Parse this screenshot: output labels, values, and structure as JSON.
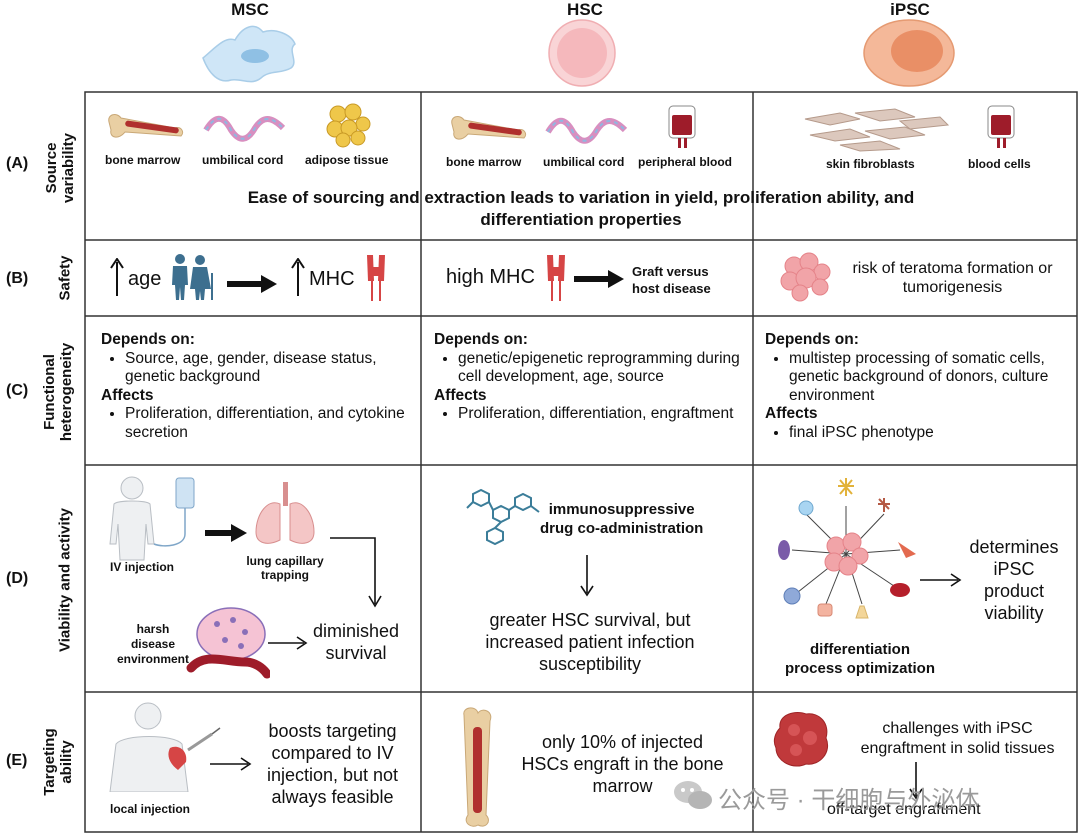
{
  "columns": [
    "MSC",
    "HSC",
    "iPSC"
  ],
  "rows": [
    {
      "letter": "(A)",
      "label_line1": "Source",
      "label_line2": "variability"
    },
    {
      "letter": "(B)",
      "label_line1": "Safety",
      "label_line2": ""
    },
    {
      "letter": "(C)",
      "label_line1": "Functional",
      "label_line2": "heterogeneity"
    },
    {
      "letter": "(D)",
      "label_line1": "Viability and activity",
      "label_line2": ""
    },
    {
      "letter": "(E)",
      "label_line1": "Targeting",
      "label_line2": "ability"
    }
  ],
  "source": {
    "msc": [
      "bone marrow",
      "umbilical cord",
      "adipose tissue"
    ],
    "hsc": [
      "bone marrow",
      "umbilical cord",
      "peripheral blood"
    ],
    "ipsc": [
      "skin fibroblasts",
      "blood cells"
    ],
    "summary_line1": "Ease of sourcing and extraction leads to variation in yield, proliferation ability, and",
    "summary_line2": "differentiation properties"
  },
  "safety": {
    "msc_age": "age",
    "msc_mhc": "MHC",
    "hsc_mhc": "high MHC",
    "hsc_result_line1": "Graft versus",
    "hsc_result_line2": "host disease",
    "ipsc_line1": "risk of teratoma formation or",
    "ipsc_line2": "tumorigenesis"
  },
  "heterogeneity": {
    "depends_label": "Depends on:",
    "affects_label": "Affects",
    "msc_depends": "Source, age, gender, disease status, genetic background",
    "msc_affects": "Proliferation, differentiation, and cytokine secretion",
    "hsc_depends": "genetic/epigenetic reprogramming during cell development, age, source",
    "hsc_affects": "Proliferation, differentiation, engraftment",
    "ipsc_depends": "multistep processing of somatic cells, genetic background of donors, culture environment",
    "ipsc_affects": "final iPSC phenotype"
  },
  "viability": {
    "msc_iv": "IV injection",
    "msc_lung_line1": "lung capillary",
    "msc_lung_line2": "trapping",
    "msc_harsh_line1": "harsh",
    "msc_harsh_line2": "disease",
    "msc_harsh_line3": "environment",
    "msc_result_line1": "diminished",
    "msc_result_line2": "survival",
    "hsc_drug_line1": "immunosuppressive",
    "hsc_drug_line2": "drug co-administration",
    "hsc_result_line1": "greater HSC survival, but",
    "hsc_result_line2": "increased patient infection",
    "hsc_result_line3": "susceptibility",
    "ipsc_proc_line1": "differentiation",
    "ipsc_proc_line2": "process optimization",
    "ipsc_result_line1": "determines",
    "ipsc_result_line2": "iPSC",
    "ipsc_result_line3": "product",
    "ipsc_result_line4": "viability"
  },
  "targeting": {
    "msc_local": "local injection",
    "msc_result_line1": "boosts targeting",
    "msc_result_line2": "compared to IV",
    "msc_result_line3": "injection, but not",
    "msc_result_line4": "always feasible",
    "hsc_line1": "only 10% of injected",
    "hsc_line2": "HSCs engraft in the bone",
    "hsc_line3": "marrow",
    "ipsc_line1": "challenges with iPSC",
    "ipsc_line2": "engraftment in solid tissues",
    "ipsc_result": "off-target engraftment"
  },
  "watermark": "公众号 · 干细胞与外泌体",
  "colors": {
    "grid": "#333333",
    "msc_cell": "#cfe6f7",
    "hsc_cell": "#f6c5c8",
    "ipsc_cell": "#f0a77f",
    "bone": "#e9cfa3",
    "marrow_red": "#b0302e",
    "cord_pink": "#d88fc0",
    "cord_blue": "#8fb7e0",
    "mhc_red": "#d64545",
    "arrow": "#1a1a1a"
  }
}
